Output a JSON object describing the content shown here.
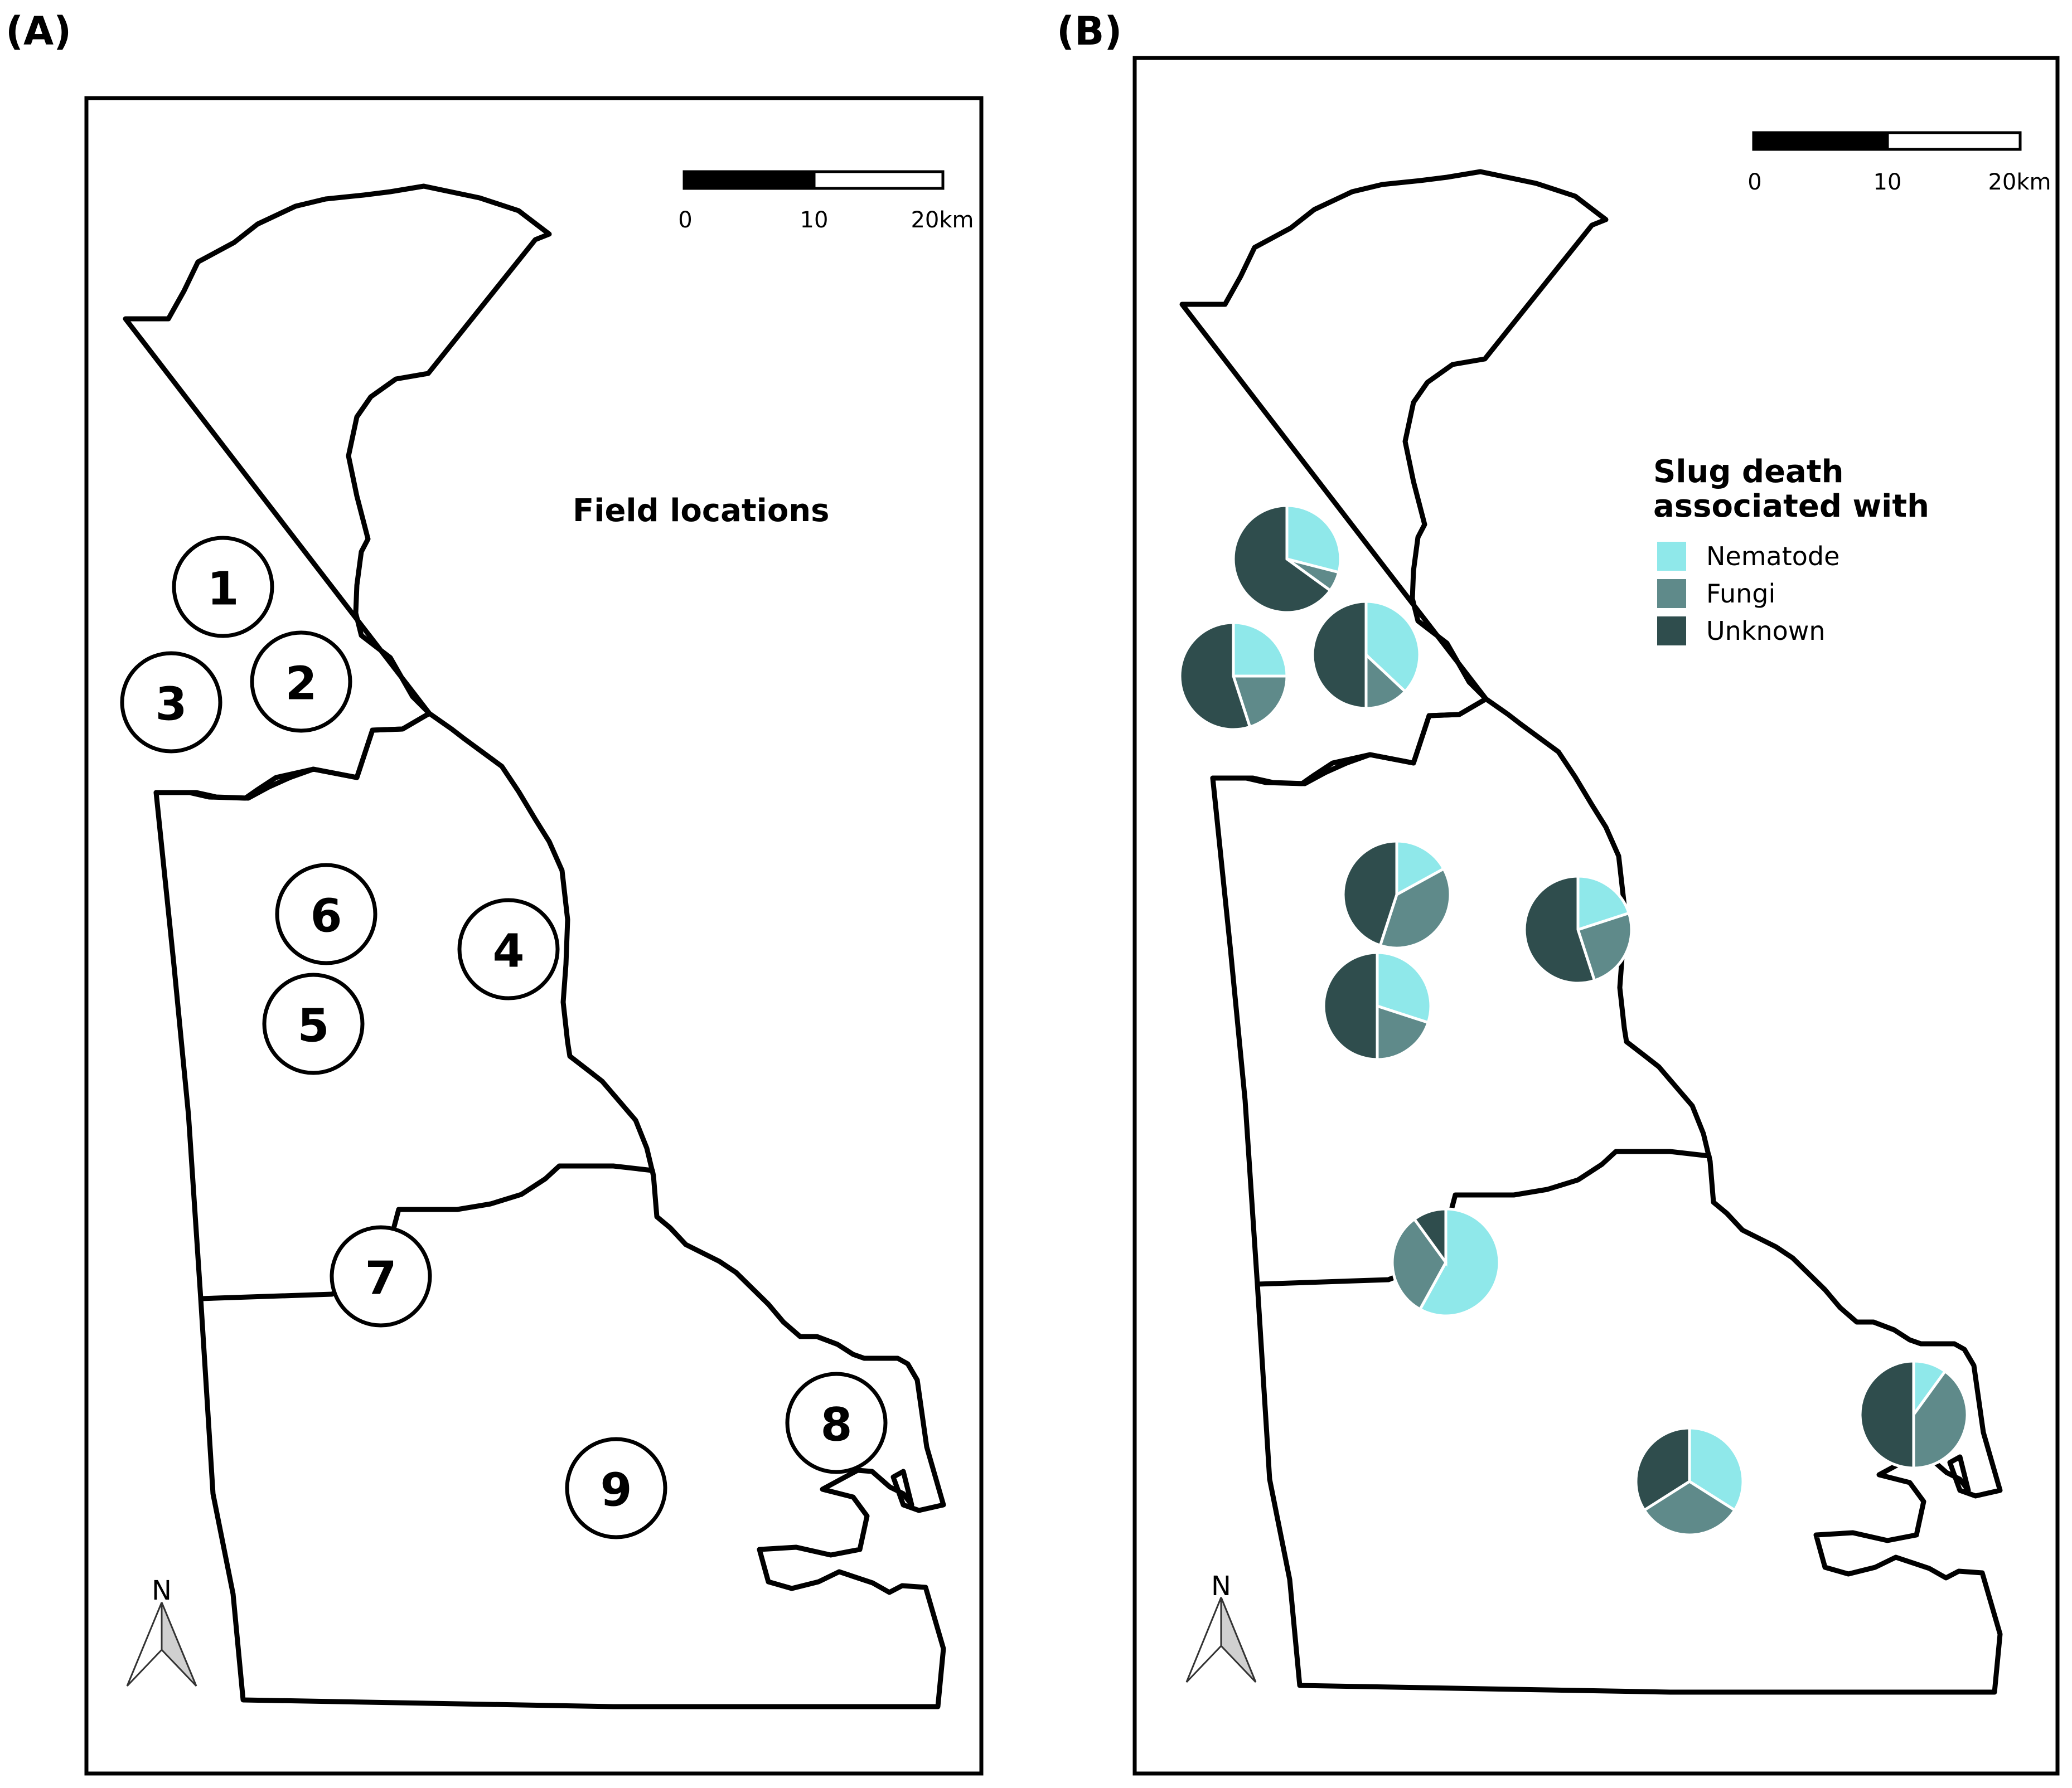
{
  "panel_a": {
    "label": "(A)",
    "title": "Field locations",
    "scale": {
      "ticks": [
        "0",
        "10",
        "20km"
      ]
    },
    "north": "N",
    "sites": [
      "1",
      "2",
      "3",
      "4",
      "5",
      "6",
      "7",
      "8",
      "9"
    ]
  },
  "panel_b": {
    "label": "(B)",
    "scale": {
      "ticks": [
        "0",
        "10",
        "20km"
      ]
    },
    "north": "N",
    "legend": {
      "title_line1": "Slug death",
      "title_line2": "associated with",
      "items": [
        {
          "label": "Nematode",
          "color": "#8fe8ea"
        },
        {
          "label": "Fungi",
          "color": "#5f8a8a"
        },
        {
          "label": "Unknown",
          "color": "#2f4d4d"
        }
      ]
    }
  },
  "chart_data": {
    "type": "pie",
    "categories": [
      "Nematode",
      "Fungi",
      "Unknown"
    ],
    "colors": [
      "#8fe8ea",
      "#5f8a8a",
      "#2f4d4d"
    ],
    "pies": [
      {
        "site": "1",
        "values": [
          0.29,
          0.06,
          0.65
        ]
      },
      {
        "site": "2",
        "values": [
          0.37,
          0.13,
          0.5
        ]
      },
      {
        "site": "3",
        "values": [
          0.25,
          0.2,
          0.55
        ]
      },
      {
        "site": "4",
        "values": [
          0.2,
          0.25,
          0.55
        ]
      },
      {
        "site": "5",
        "values": [
          0.3,
          0.2,
          0.5
        ]
      },
      {
        "site": "6",
        "values": [
          0.17,
          0.38,
          0.45
        ]
      },
      {
        "site": "7",
        "values": [
          0.58,
          0.32,
          0.1
        ]
      },
      {
        "site": "8",
        "values": [
          0.1,
          0.4,
          0.5
        ]
      },
      {
        "site": "9",
        "values": [
          0.34,
          0.32,
          0.34
        ]
      }
    ]
  }
}
